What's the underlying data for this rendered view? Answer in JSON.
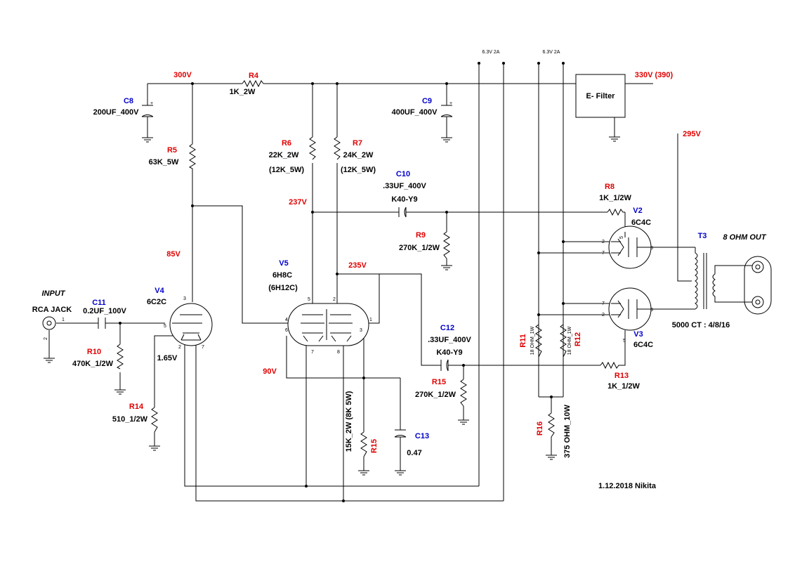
{
  "supply": {
    "heater_a": "6.3V 2A",
    "heater_b": "6.3V 2A",
    "node_300": "300V",
    "node_330": "330V (390)",
    "node_295": "295V",
    "node_237": "237V",
    "node_235": "235V",
    "node_85": "85V",
    "node_90": "90V",
    "node_165": "1.65V"
  },
  "filter": {
    "label": "E- Filter"
  },
  "io": {
    "input_label": "INPUT",
    "rca_label": "RCA JACK",
    "output_label": "8 OHM OUT",
    "trafo_note": "5000 CT : 4/8/16"
  },
  "components": {
    "C8": {
      "ref": "C8",
      "value": "200UF_400V"
    },
    "C9": {
      "ref": "C9",
      "value": "400UF_400V"
    },
    "C10": {
      "ref": "C10",
      "value": ".33UF_400V",
      "type": "K40-Y9"
    },
    "C11": {
      "ref": "C11",
      "value": "0.2UF_100V"
    },
    "C12": {
      "ref": "C12",
      "value": ".33UF_400V",
      "type": "K40-Y9"
    },
    "C13": {
      "ref": "C13",
      "value": "0.47"
    },
    "R4": {
      "ref": "R4",
      "value": "1K_2W"
    },
    "R5": {
      "ref": "R5",
      "value": "63K_5W"
    },
    "R6": {
      "ref": "R6",
      "value": "22K_2W",
      "alt": "(12K_5W)"
    },
    "R7": {
      "ref": "R7",
      "value": "24K_2W",
      "alt": "(12K_5W)"
    },
    "R8": {
      "ref": "R8",
      "value": "1K_1/2W"
    },
    "R9": {
      "ref": "R9",
      "value": "270K_1/2W"
    },
    "R10": {
      "ref": "R10",
      "value": "470K_1/2W"
    },
    "R11": {
      "ref": "R11",
      "value": "18 OHM_1W"
    },
    "R12": {
      "ref": "R12",
      "value": "18 OHM_1W"
    },
    "R13": {
      "ref": "R13",
      "value": "1K_1/2W"
    },
    "R14": {
      "ref": "R14",
      "value": "510_1/2W"
    },
    "R15a": {
      "ref": "R15",
      "value": "270K_1/2W"
    },
    "R15b": {
      "ref": "R15",
      "value": "15K_2W (8K 5W)"
    },
    "R16": {
      "ref": "R16",
      "value": "375 OHM_10W"
    },
    "V2": {
      "ref": "V2",
      "type": "6C4C"
    },
    "V3": {
      "ref": "V3",
      "type": "6C4C"
    },
    "V4": {
      "ref": "V4",
      "type": "6C2C"
    },
    "V5": {
      "ref": "V5",
      "type": "6H8C",
      "alt": "(6H12C)"
    },
    "T3": {
      "ref": "T3"
    }
  },
  "pins": {
    "p1": "1",
    "p2": "2",
    "p3": "3",
    "p4": "4",
    "p5": "5",
    "p6": "6",
    "p7": "7",
    "p8": "8"
  },
  "signature": "1.12.2018 Nikita",
  "colors": {
    "refdes": "#0000cc",
    "voltage": "#e00000",
    "wire": "#000000"
  }
}
